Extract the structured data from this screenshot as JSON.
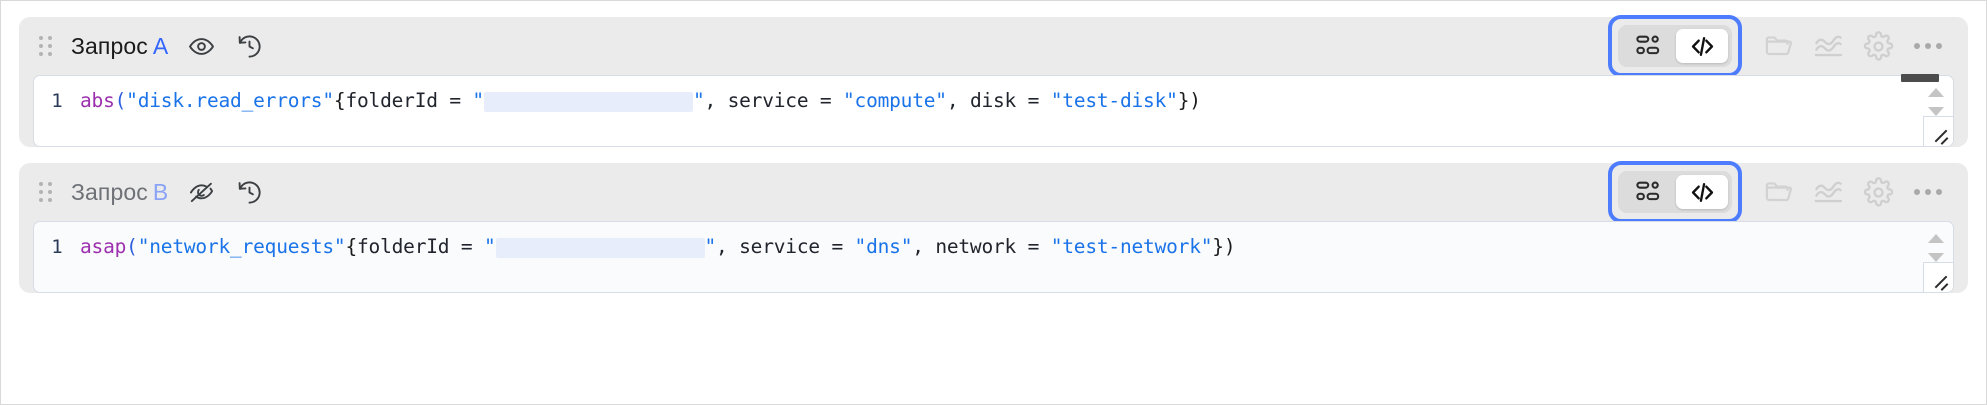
{
  "queries": [
    {
      "title": "Запрос",
      "tag": "A",
      "visibility_icon": "eye-icon",
      "visibility_state": "visible",
      "history_icon": "history-revert-icon",
      "hidden": false,
      "line_number": "1",
      "code": {
        "fn": "abs",
        "open_paren": "(",
        "metric": "\"disk.read_errors\"",
        "brace_open": "{",
        "label_folder": "folderId = ",
        "quote_open": "\"",
        "redacted_value": "",
        "quote_close": "\"",
        "mid": ", service = ",
        "service_value": "\"compute\"",
        "tail_label": ", disk = ",
        "tail_value": "\"test-disk\"",
        "close": "})"
      },
      "toolbar": {
        "segmented": [
          {
            "name": "builder-view-button",
            "icon": "blocks-icon",
            "active": false
          },
          {
            "name": "code-view-button",
            "icon": "code-brackets-icon",
            "active": true
          }
        ],
        "icons": [
          {
            "name": "folder-icon",
            "icon": "folder-icon"
          },
          {
            "name": "chart-lines-icon",
            "icon": "chart-lines-icon"
          },
          {
            "name": "settings-gear-icon",
            "icon": "gear-icon"
          }
        ],
        "overflow": "more-options-icon"
      }
    },
    {
      "title": "Запрос",
      "tag": "B",
      "visibility_icon": "eye-off-icon",
      "visibility_state": "hidden",
      "history_icon": "history-revert-icon",
      "hidden": true,
      "line_number": "1",
      "code": {
        "fn": "asap",
        "open_paren": "(",
        "metric": "\"network_requests\"",
        "brace_open": "{",
        "label_folder": "folderId = ",
        "quote_open": "\"",
        "redacted_value": "",
        "quote_close": "\"",
        "mid": ", service = ",
        "service_value": "\"dns\"",
        "tail_label": ", network = ",
        "tail_value": "\"test-network\"",
        "close": "})"
      },
      "toolbar": {
        "segmented": [
          {
            "name": "builder-view-button",
            "icon": "blocks-icon",
            "active": false
          },
          {
            "name": "code-view-button",
            "icon": "code-brackets-icon",
            "active": true
          }
        ],
        "icons": [
          {
            "name": "folder-icon",
            "icon": "folder-icon"
          },
          {
            "name": "chart-lines-icon",
            "icon": "chart-lines-icon"
          },
          {
            "name": "settings-gear-icon",
            "icon": "gear-icon"
          }
        ],
        "overflow": "more-options-icon"
      }
    }
  ],
  "colors": {
    "accent_blue": "#4d7cfe",
    "card_bg": "#ebebeb",
    "tag_blue": "#3366ff",
    "string_blue": "#1a73e8",
    "function_purple": "#9b2fae",
    "redaction": "#e8edfb"
  }
}
